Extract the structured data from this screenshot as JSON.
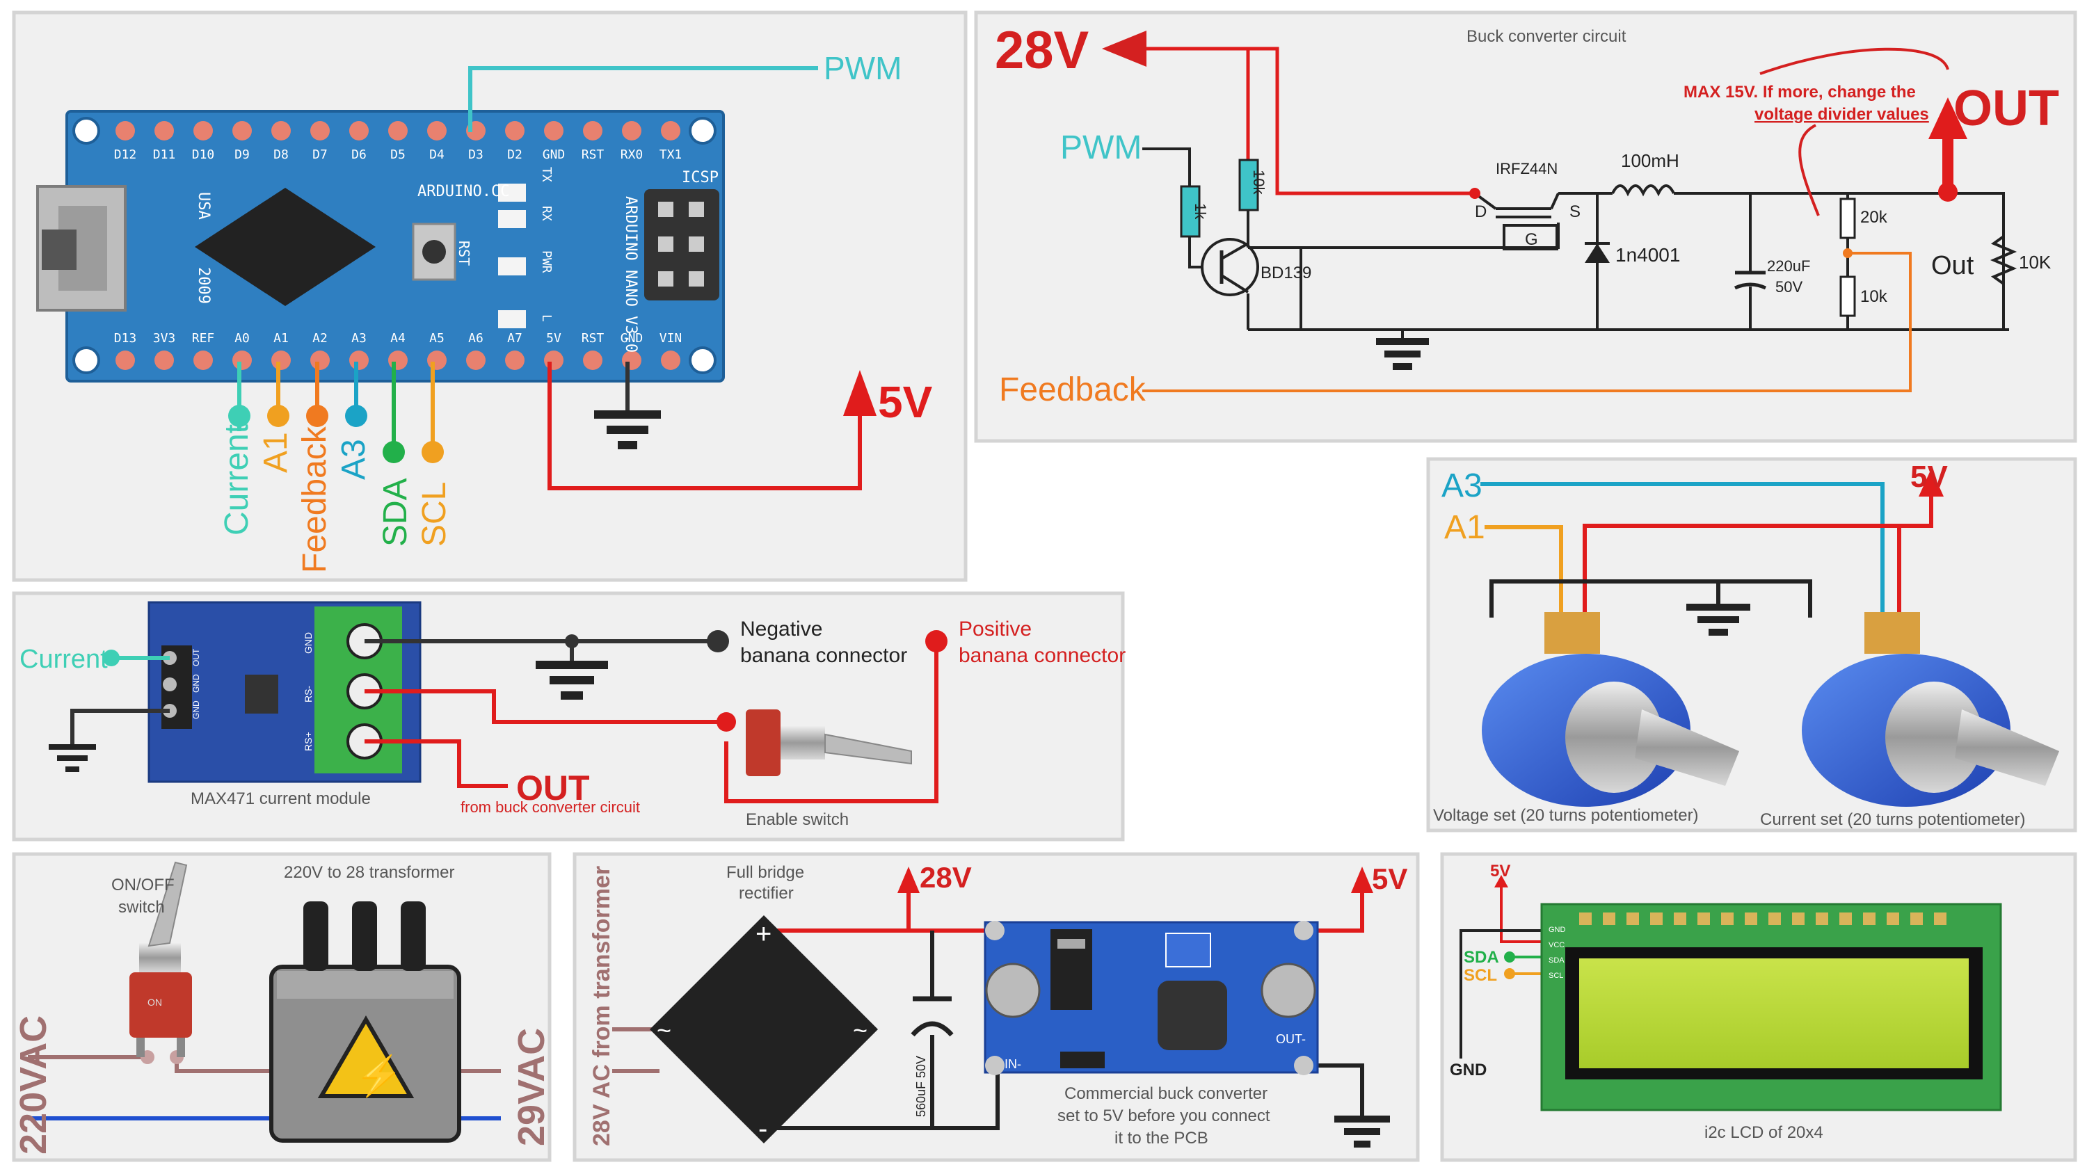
{
  "arduino": {
    "top_pins": [
      "D12",
      "D11",
      "D10",
      "D9",
      "D8",
      "D7",
      "D6",
      "D5",
      "D4",
      "D3",
      "D2",
      "GND",
      "RST",
      "RX0",
      "TX1"
    ],
    "bottom_pins": [
      "D13",
      "3V3",
      "REF",
      "A0",
      "A1",
      "A2",
      "A3",
      "A4",
      "A5",
      "A6",
      "A7",
      "5V",
      "RST",
      "GND",
      "VIN"
    ],
    "board_text_cc": "ARDUINO.CC",
    "board_text_model": "ARDUINO NANO V3.0",
    "icsp": "ICSP",
    "usa": "USA",
    "year": "2009",
    "rst": "RST",
    "tx": "TX",
    "rx": "RX",
    "pwr": "PWR",
    "l": "L",
    "pwm_label": "PWM",
    "v5_label": "5V",
    "wire_labels": [
      "Current",
      "A1",
      "Feedback",
      "A3",
      "SDA",
      "SCL"
    ],
    "colors": {
      "board": "#2f7fc1",
      "pins": "#e8816f",
      "teal": "#3ecfb5",
      "orange": "#f0a020",
      "blue": "#1ba3c6",
      "green": "#22b04a",
      "red": "#e01c1c"
    }
  },
  "buck": {
    "title": "Buck converter circuit",
    "v28": "28V",
    "pwm": "PWM",
    "feedback": "Feedback",
    "out": "OUT",
    "warning_line1": "MAX 15V. If more, change the",
    "warning_line2": "voltage divider values",
    "r1k": "1k",
    "r10k": "10k",
    "mosfet": "IRFZ44N",
    "d": "D",
    "s": "S",
    "g": "G",
    "inductor": "100mH",
    "diode": "1n4001",
    "cap": "220uF",
    "cap_v": "50V",
    "r20k": "20k",
    "r10k_b": "10k",
    "transistor": "BD139",
    "load_label": "Out",
    "load_value": "10K"
  },
  "current_module": {
    "current_label": "Current",
    "module_caption": "MAX471 current module",
    "neg_line1": "Negative",
    "neg_line2": "banana connector",
    "pos_line1": "Positive",
    "pos_line2": "banana connector",
    "out_label": "OUT",
    "out_sub": "from buck converter circuit",
    "switch_caption": "Enable switch",
    "terminal_labels": [
      "GND",
      "RS-",
      "RS+"
    ],
    "header_labels": [
      "OUT",
      "GND",
      "GND"
    ]
  },
  "pots": {
    "a3": "A3",
    "a1": "A1",
    "v5": "5V",
    "caption_left": "Voltage set (20 turns potentiometer)",
    "caption_right": "Current set (20 turns potentiometer)"
  },
  "transformer": {
    "switch_label_1": "ON/OFF",
    "switch_label_2": "switch",
    "title": "220V to 28 transformer",
    "left_v": "220VAC",
    "right_v": "29VAC",
    "switch_on": "ON"
  },
  "rectifier": {
    "side_label": "28V AC from transformer",
    "title_1": "Full bridge",
    "title_2": "rectifier",
    "v28": "28V",
    "v5": "5V",
    "cap": "560uF 50V",
    "caption_1": "Commercial buck converter",
    "caption_2": "set to 5V before you connect",
    "caption_3": "it to the PCB",
    "in_label": "IN-",
    "out_label": "OUT-"
  },
  "lcd": {
    "v5": "5V",
    "sda": "SDA",
    "scl": "SCL",
    "gnd": "GND",
    "pins": [
      "GND",
      "VCC",
      "SDA",
      "SCL"
    ],
    "caption": "i2c LCD of 20x4"
  }
}
